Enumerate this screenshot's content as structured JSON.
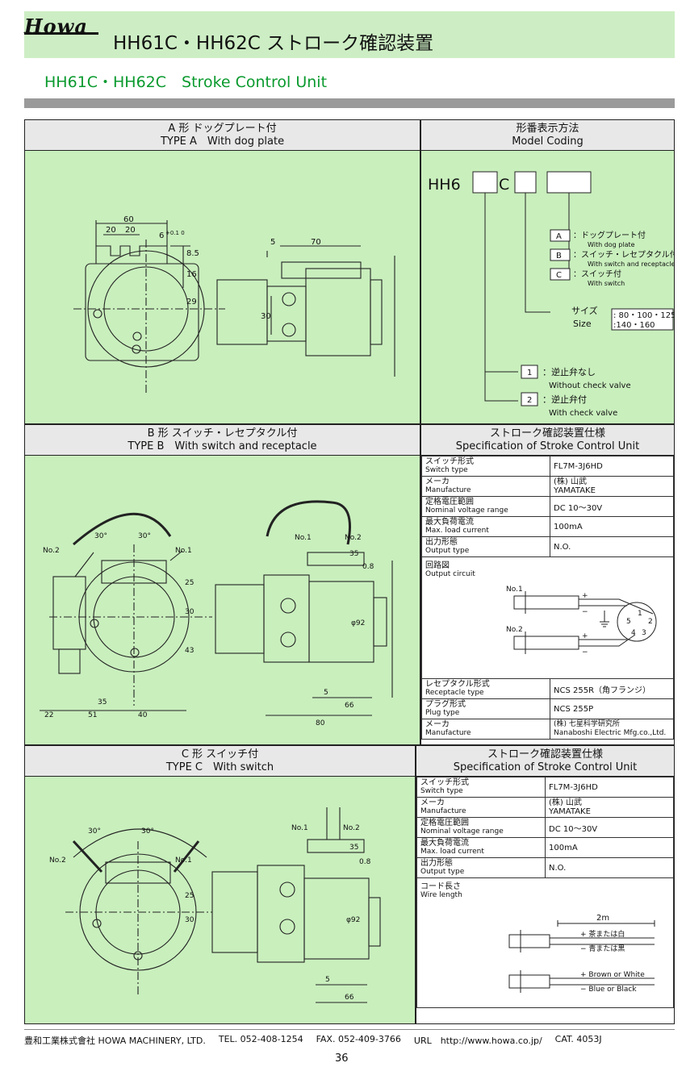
{
  "header": {
    "logo": "Howa",
    "title": "HH61C・HH62C ストローク確認装置",
    "title_en": "HH61C・HH62C　Stroke Control Unit"
  },
  "type_a": {
    "title_jp": "A 形 ドッグプレート付",
    "title_en": "TYPE A　With dog plate",
    "dims": [
      "60",
      "20",
      "20",
      "6",
      "8.5",
      "16",
      "29",
      "5",
      "70",
      "30"
    ],
    "tol": "+0.1 0"
  },
  "model_coding": {
    "title_jp": "形番表示方法",
    "title_en": "Model Coding",
    "code_prefix": "HH6",
    "code_mid": "C",
    "options": [
      {
        "code": "A",
        "jp": "：ドッグプレート付",
        "en": "With dog plate"
      },
      {
        "code": "B",
        "jp": "：スイッチ・レセプタクル付",
        "en": "With switch and receptacle"
      },
      {
        "code": "C",
        "jp": "：スイッチ付",
        "en": "With switch"
      }
    ],
    "size_label_jp": "サイズ",
    "size_label_en": "Size",
    "size_values_1": ": 80・100・125",
    "size_values_2": ":140・160",
    "valve_options": [
      {
        "code": "1",
        "jp": "：逆止弁なし",
        "en": "Without check valve"
      },
      {
        "code": "2",
        "jp": "：逆止弁付",
        "en": "With check valve"
      }
    ]
  },
  "type_b": {
    "title_jp": "B 形 スイッチ・レセプタクル付",
    "title_en": "TYPE B　With switch and receptacle",
    "labels": [
      "No.2",
      "No.1",
      "30°",
      "30°",
      "25",
      "30",
      "43",
      "22",
      "51",
      "35",
      "40",
      "No.1",
      "No.2",
      "35",
      "0.8",
      "φ92",
      "5",
      "66",
      "80"
    ]
  },
  "spec_b": {
    "title_jp": "ストローク確認装置仕様",
    "title_en": "Specification of Stroke Control Unit",
    "rows": [
      {
        "jp": "スイッチ形式",
        "en": "Switch type",
        "value": "FL7M-3J6HD"
      },
      {
        "jp": "メーカ",
        "en": "Manufacture",
        "value": "(株) 山武\nYAMATAKE"
      },
      {
        "jp": "定格電圧範囲",
        "en": "Nominal voltage range",
        "value": "DC 10〜30V"
      },
      {
        "jp": "最大負荷電流",
        "en": "Max. load current",
        "value": "100mA"
      },
      {
        "jp": "出力形態",
        "en": "Output type",
        "value": "N.O."
      }
    ],
    "circuit_jp": "回路図",
    "circuit_en": "Output circuit",
    "circuit_labels": [
      "No.1",
      "No.2",
      "+",
      "−",
      "+",
      "−",
      "1",
      "2",
      "3",
      "4",
      "5"
    ],
    "rows2": [
      {
        "jp": "レセプタクル形式",
        "en": "Receptacle type",
        "value": "NCS 255R（角フランジ）"
      },
      {
        "jp": "プラグ形式",
        "en": "Plug type",
        "value": "NCS 255P"
      },
      {
        "jp": "メーカ",
        "en": "Manufacture",
        "value": "(株) 七星科学研究所\nNanaboshi Electric Mfg.co.,Ltd."
      }
    ]
  },
  "type_c": {
    "title_jp": "C 形 スイッチ付",
    "title_en": "TYPE C　With switch",
    "labels": [
      "30°",
      "30°",
      "No.2",
      "No.1",
      "25",
      "30",
      "No.1",
      "No.2",
      "35",
      "0.8",
      "φ92",
      "5",
      "66"
    ]
  },
  "spec_c": {
    "title_jp": "ストローク確認装置仕様",
    "title_en": "Specification of Stroke Control Unit",
    "rows": [
      {
        "jp": "スイッチ形式",
        "en": "Switch type",
        "value": "FL7M-3J6HD"
      },
      {
        "jp": "メーカ",
        "en": "Manufacture",
        "value": "(株) 山武\nYAMATAKE"
      },
      {
        "jp": "定格電圧範囲",
        "en": "Nominal voltage range",
        "value": "DC 10〜30V"
      },
      {
        "jp": "最大負荷電流",
        "en": "Max. load current",
        "value": "100mA"
      },
      {
        "jp": "出力形態",
        "en": "Output type",
        "value": "N.O."
      }
    ],
    "wire_jp": "コード長さ",
    "wire_en": "Wire length",
    "wire_len": "2m",
    "wire_labels": [
      "+ 茶または白",
      "− 青または黒",
      "+ Brown or White",
      "− Blue or Black"
    ]
  },
  "footer": {
    "company": "豊和工業株式會社 HOWA MACHINERY, LTD.",
    "tel": "TEL. 052-408-1254",
    "fax": "FAX. 052-409-3766",
    "url": "URL　http://www.howa.co.jp/",
    "cat": "CAT. 4053J",
    "page": "36"
  }
}
